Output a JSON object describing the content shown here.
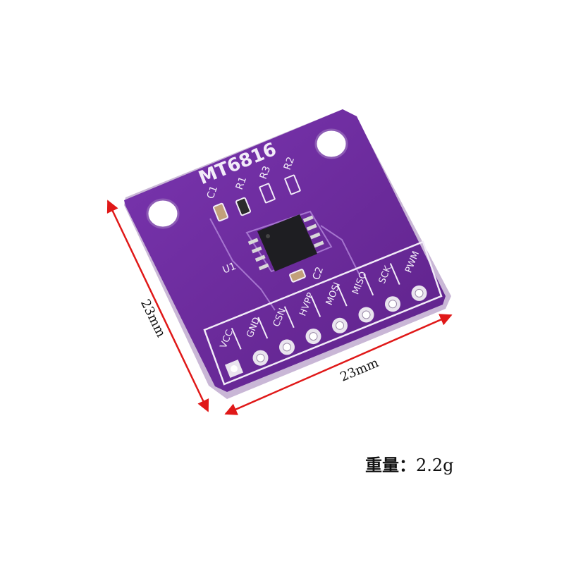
{
  "board": {
    "name": "MT6816",
    "components": {
      "c1": "C1",
      "r1": "R1",
      "r3": "R3",
      "r2": "R2",
      "u1": "U1",
      "c2": "C2"
    },
    "pins": [
      "VCC",
      "GND",
      "CSN",
      "HVPP",
      "MOSI",
      "MISO",
      "SCK",
      "PWM"
    ],
    "pcb_color": "#6a2c9a",
    "silk_color": "#f2ecf8"
  },
  "dimensions": {
    "width_label": "23mm",
    "height_label": "23mm",
    "arrow_color": "#e01818"
  },
  "weight": {
    "label": "重量：",
    "value": "2.2g"
  }
}
